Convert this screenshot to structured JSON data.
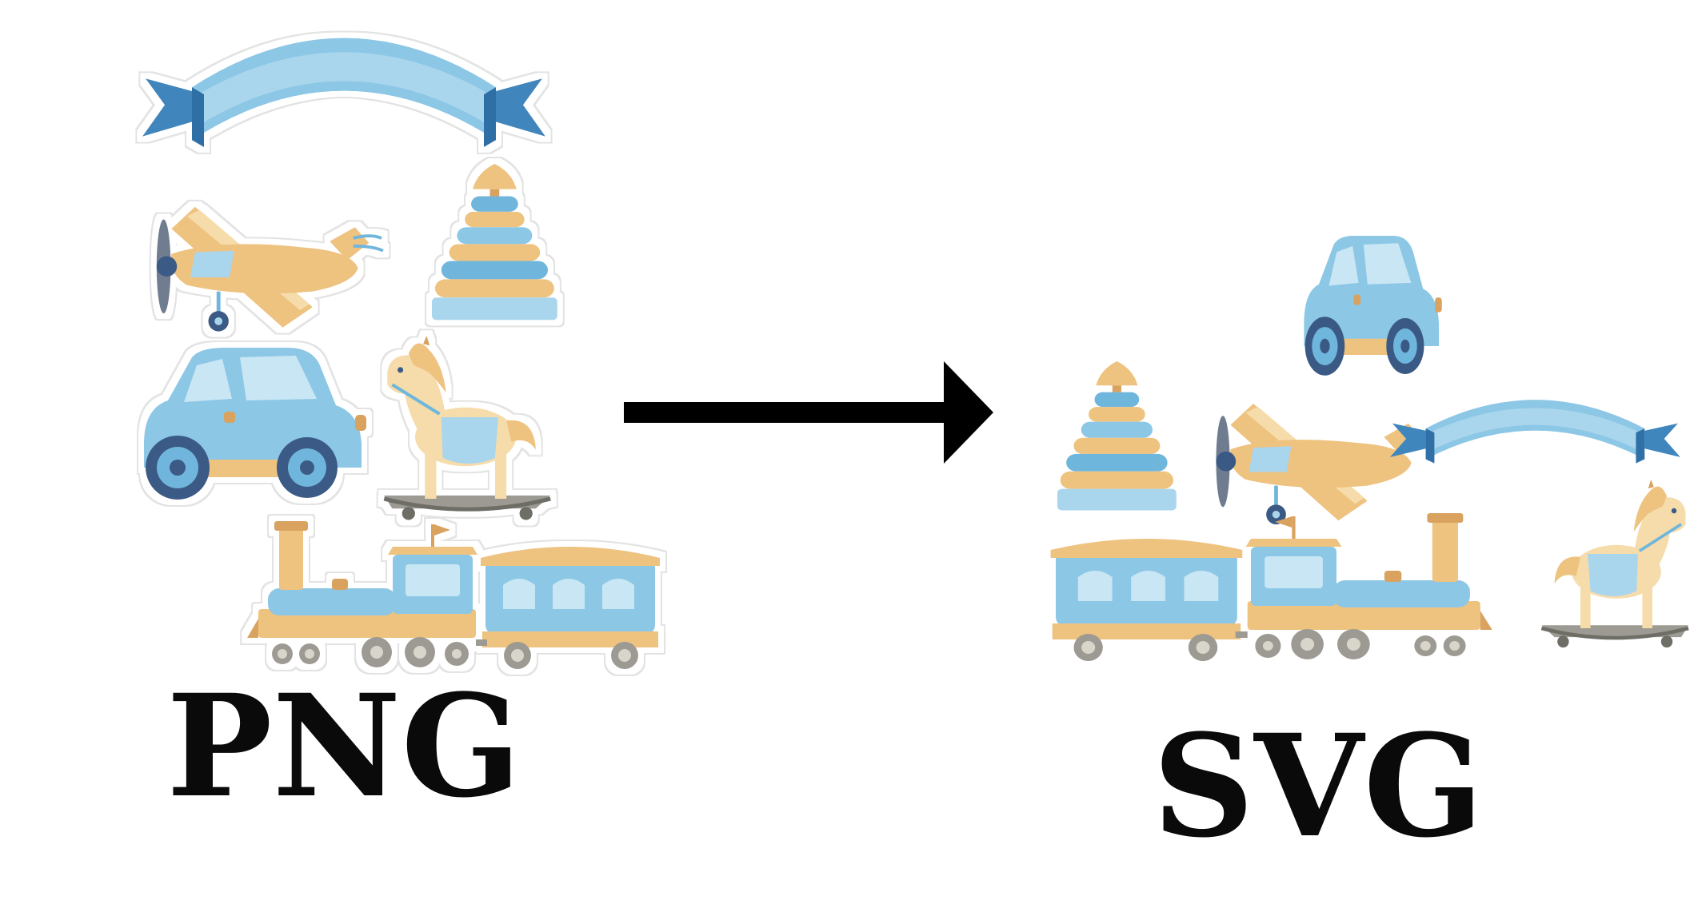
{
  "labels": {
    "left": "PNG",
    "right": "SVG"
  },
  "palette": {
    "blue_light": "#a9d6ec",
    "blue_mid": "#6fb6dc",
    "blue_dark": "#3f86bd",
    "navy": "#3a5a85",
    "tan_light": "#f6dcaa",
    "tan": "#eec27f",
    "tan_dark": "#d9a25f",
    "grey": "#9c9a92",
    "outline": "#e6e6e6",
    "ink": "#0a0a0a"
  },
  "items": {
    "left": [
      "banner-ribbon",
      "toy-airplane",
      "stacking-pyramid",
      "toy-car",
      "rocking-horse",
      "toy-train"
    ],
    "right": [
      "toy-car",
      "stacking-pyramid",
      "toy-airplane",
      "banner-ribbon",
      "toy-train",
      "rocking-horse"
    ]
  }
}
